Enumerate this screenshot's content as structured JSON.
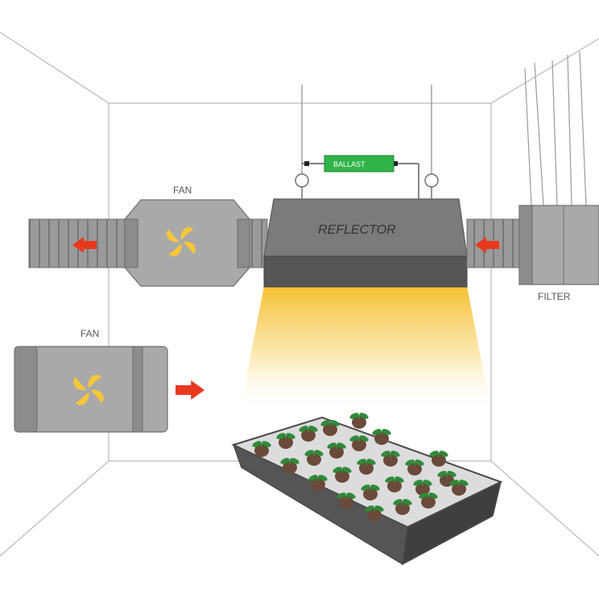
{
  "labels": {
    "fan_top": "FAN",
    "fan_left": "FAN",
    "reflector": "REFLECTOR",
    "ballast": "BALLAST",
    "filter": "FILTER"
  },
  "colors": {
    "duct": "#8c8c8c",
    "duct_dark": "#6d6d6d",
    "unit_fill": "#a9a9a9",
    "arrow": "#e8391f",
    "fan_blade": "#f7c739",
    "light": "#f5c030",
    "ballast": "#2fb44a",
    "tray": "#4a4a4a",
    "soil": "#6a4a3a",
    "leaf": "#2f8a3a"
  },
  "icons": [
    "fan-blade-icon",
    "airflow-arrow-icon",
    "seedling-icon"
  ]
}
